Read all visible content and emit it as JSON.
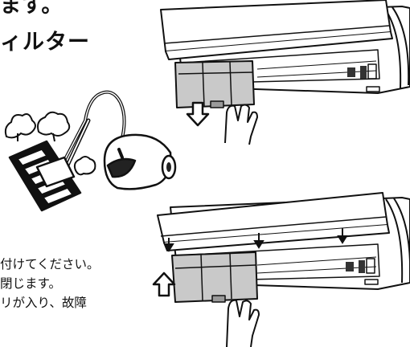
{
  "text": {
    "top_fragment": "ます。",
    "heading": "ィルター",
    "lines": [
      "付けてください。",
      "閉じます。",
      "リが入り、故障"
    ]
  },
  "illustrations": {
    "upper": "aircon-filter-removal",
    "cleaning": "vacuum-cleaner-cleaning-filter",
    "lower": "aircon-filter-reinstall"
  },
  "colors": {
    "ink": "#111111",
    "filter_gray": "#c9c9c9",
    "filter_shadow": "#9a9a9a"
  }
}
